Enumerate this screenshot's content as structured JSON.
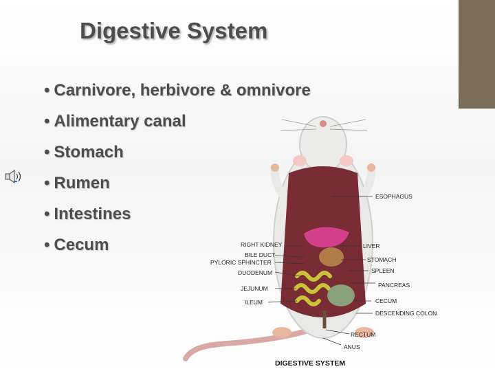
{
  "slide": {
    "title": "Digestive System",
    "bullets": [
      "Carnivore, herbivore & omnivore",
      "Alimentary canal",
      "Stomach",
      "Rumen",
      "Intestines",
      "Cecum"
    ],
    "bullet_glyph": "•"
  },
  "colors": {
    "accent": "#7a6e58",
    "text": "#4d4d4d"
  },
  "figure": {
    "caption": "DIGESTIVE SYSTEM",
    "labels_left": [
      "RIGHT KIDNEY",
      "BILE DUCT",
      "PYLORIC SPHINCTER",
      "DUODENUM",
      "JEJUNUM",
      "ILEUM"
    ],
    "labels_right": [
      "ESOPHAGUS",
      "LIVER",
      "STOMACH",
      "SPLEEN",
      "PANCREAS",
      "CECUM",
      "DESCENDING COLON",
      "RECTUM",
      "ANUS"
    ]
  },
  "icons": {
    "speaker": "speaker-icon"
  }
}
